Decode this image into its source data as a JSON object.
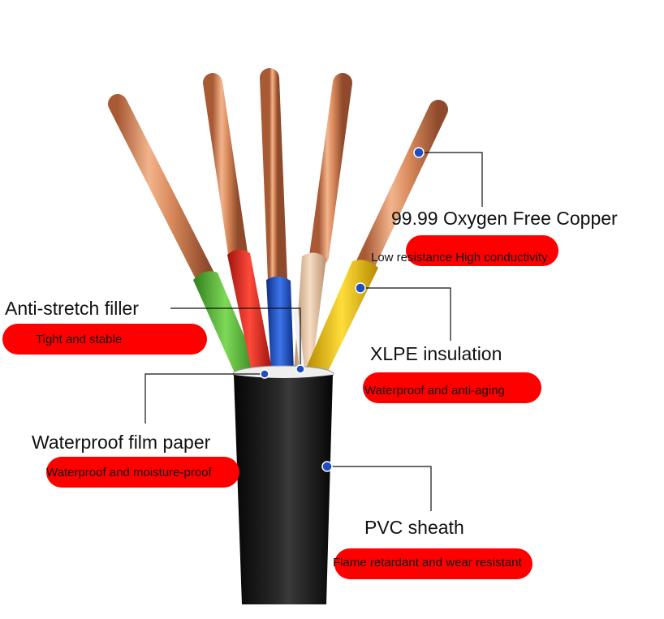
{
  "colors": {
    "copper": "#d98a5c",
    "badge": "#ff0000",
    "leader_dot": "#1f4fbf",
    "sheath": "#111111",
    "core_green": "#5fb83a",
    "core_red": "#e0251b",
    "core_blue": "#1f52c8",
    "core_beige": "#e8c7a8",
    "core_yellow": "#f2c200"
  },
  "callouts": [
    {
      "id": "copper",
      "title": "99.99 Oxygen Free Copper",
      "subtitle": "Low resistance High conductivity"
    },
    {
      "id": "filler",
      "title": "Anti-stretch filler",
      "subtitle": "Tight and stable"
    },
    {
      "id": "xlpe",
      "title": "XLPE insulation",
      "subtitle": "Waterproof and anti-aging"
    },
    {
      "id": "film",
      "title": "Waterproof film paper",
      "subtitle": "Waterproof and moisture-proof"
    },
    {
      "id": "pvc",
      "title": "PVC sheath",
      "subtitle": "Flame retardant and wear resistant"
    }
  ]
}
